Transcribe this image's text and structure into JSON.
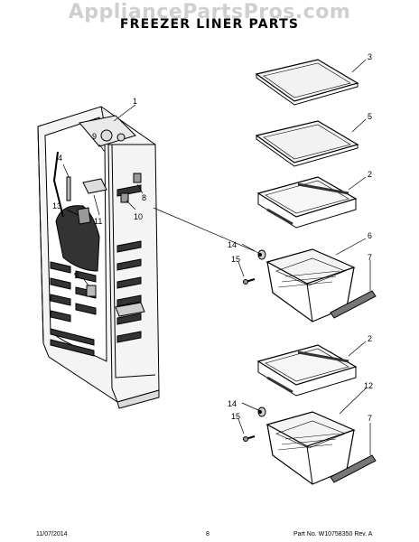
{
  "watermark": "AppliancePartsPros.com",
  "title": "FREEZER LINER PARTS",
  "callouts": {
    "c1": "1",
    "c2a": "2",
    "c2b": "2",
    "c3": "3",
    "c4": "4",
    "c5": "5",
    "c6": "6",
    "c7a": "7",
    "c7b": "7",
    "c8": "8",
    "c9a": "9",
    "c9b": "9",
    "c10": "10",
    "c11": "11",
    "c12": "12",
    "c13": "13",
    "c14a": "14",
    "c14b": "14",
    "c15a": "15",
    "c15b": "15"
  },
  "footer": {
    "date": "11/07/2014",
    "page": "8",
    "part_rev": "Part No. W10758350  Rev. A"
  }
}
